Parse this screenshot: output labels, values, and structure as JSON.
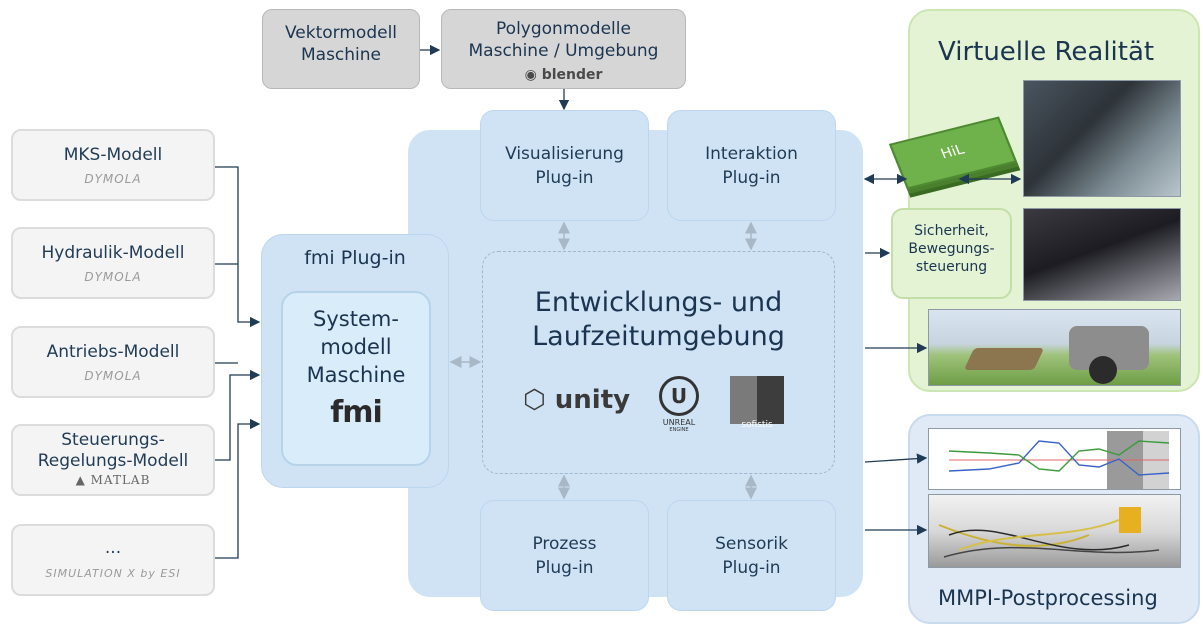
{
  "top": {
    "vector_model": [
      "Vektormodell",
      "Maschine"
    ],
    "polygon_models": [
      "Polygonmodelle",
      "Maschine / Umgebung"
    ],
    "blender_logo": "blender"
  },
  "left_models": [
    {
      "title": [
        "MKS-Modell"
      ],
      "logo": "DYMOLA"
    },
    {
      "title": [
        "Hydraulik-Modell"
      ],
      "logo": "DYMOLA"
    },
    {
      "title": [
        "Antriebs-Modell"
      ],
      "logo": "DYMOLA"
    },
    {
      "title": [
        "Steuerungs-",
        "Regelungs-Modell"
      ],
      "logo": "MATLAB"
    },
    {
      "title": [
        "..."
      ],
      "logo": "SIMULATION X by ESI"
    }
  ],
  "fmi": {
    "title": "fmi Plug-in",
    "system_model": [
      "System-",
      "modell",
      "Maschine"
    ],
    "logo": "fmi"
  },
  "plugins": {
    "visualisierung": [
      "Visualisierung",
      "Plug-in"
    ],
    "interaktion": [
      "Interaktion",
      "Plug-in"
    ],
    "prozess": [
      "Prozess",
      "Plug-in"
    ],
    "sensorik": [
      "Sensorik",
      "Plug-in"
    ]
  },
  "core": {
    "title": [
      "Entwicklungs- und",
      "Laufzeitumgebung"
    ],
    "unity": "unity",
    "unreal": [
      "UNREAL",
      "ENGINE"
    ],
    "sofistik": "sofistis"
  },
  "vr": {
    "title": "Virtuelle Realität",
    "hil": "HiL",
    "safety": [
      "Sicherheit,",
      "Bewegungs-",
      "steuerung"
    ]
  },
  "post": {
    "title": "MMPI-Postprocessing"
  },
  "colors": {
    "gray_box": "#d6d6d6",
    "plugin_blue": "#cfe3f5",
    "vr_green": "#e4f3d4",
    "text": "#1f3b55",
    "arrow": "#1f3b55",
    "dashed_arrow": "#a9b8c6"
  }
}
